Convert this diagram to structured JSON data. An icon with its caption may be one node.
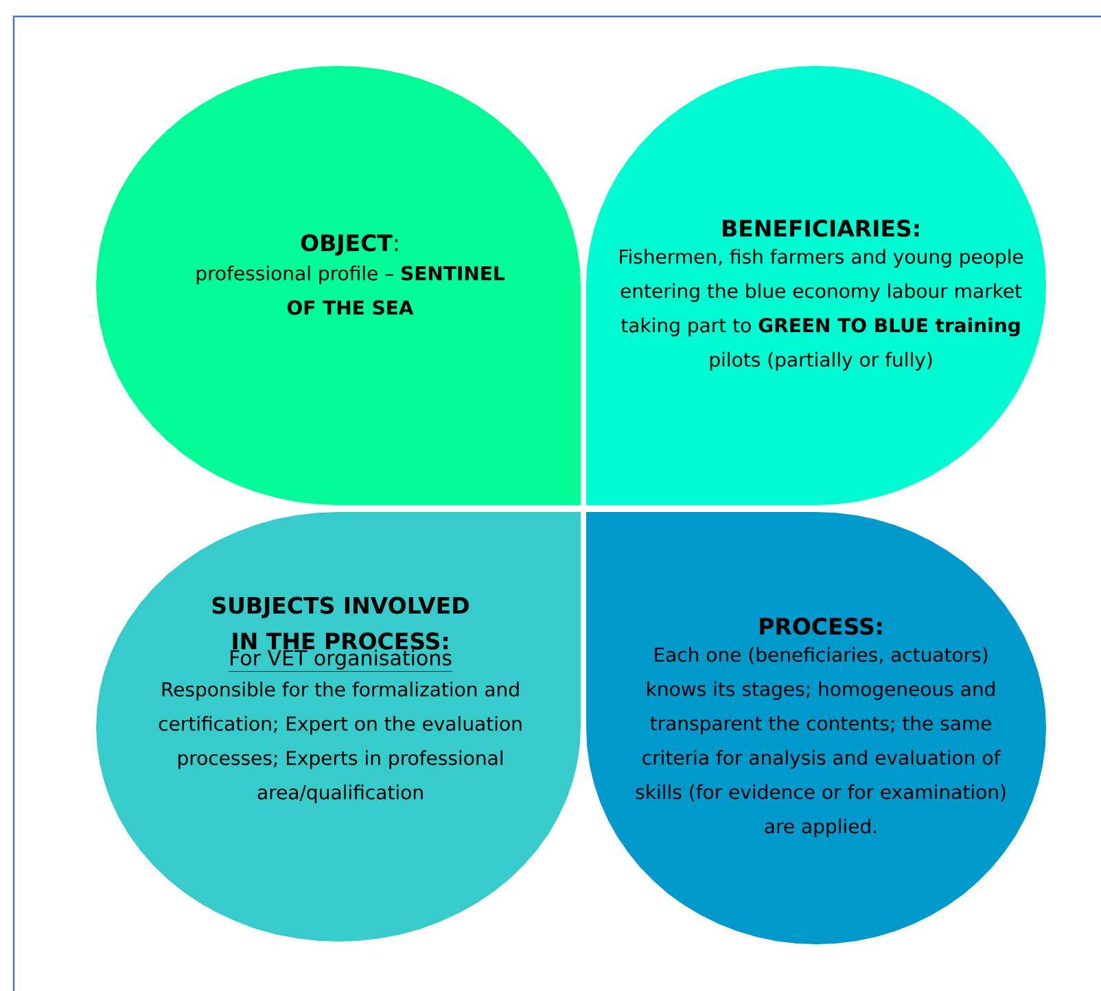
{
  "diagram": {
    "nodes": [
      {
        "text": [
          "**OBJECT**:",
          "professional profile – **SENTINEL OF THE SEA**"
        ]
      },
      {
        "text": [
          "BENEFICIARIES:",
          "Fishermen, fish farmers and young people entering the blue economy labour market taking part to **GREEN TO BLUE training** pilots (partially or fully)"
        ]
      },
      {
        "text": [
          "SUBJECTS INVOLVED IN THE PROCESS:",
          "For VET organisations",
          "Responsible for the formalization and certification; Expert on the evaluation processes; Experts in professional area/qualification"
        ]
      },
      {
        "text": [
          "PROCESS:",
          "Each one (beneficiaries, actuators) knows its stages; homogeneous and transparent the contents; the same criteria for analysis and evaluation of skills (for evidence or for examination) are applied."
        ]
      }
    ]
  }
}
